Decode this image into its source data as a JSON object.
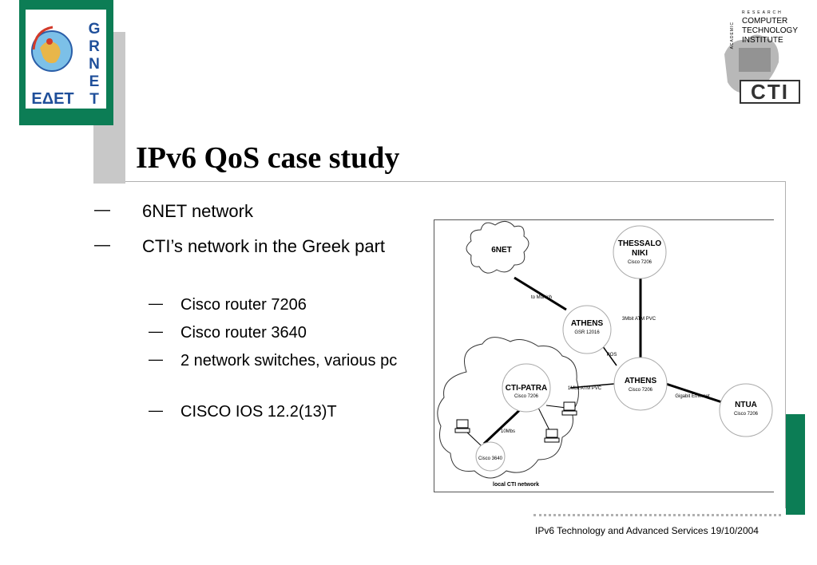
{
  "title": "IPv6 QoS case study",
  "bullets": [
    {
      "text": "6NET network"
    },
    {
      "text": "CTI’s network in the Greek part"
    }
  ],
  "dash_glyph": "—",
  "sub_bullets": [
    "Cisco router 7206",
    "Cisco router 3640",
    "2 network switches, various pc",
    "CISCO IOS 12.2(13)T"
  ],
  "logo_grnet": {
    "letters": [
      "G",
      "R",
      "N",
      "E",
      "T"
    ],
    "greek": "ΕΔΕΤ"
  },
  "logo_cti": {
    "research": "RESEARCH",
    "academic": "ACADEMIC",
    "name_lines": [
      "COMPUTER",
      "TECHNOLOGY",
      "INSTITUTE"
    ],
    "mark": "CTI"
  },
  "diagram": {
    "nodes": {
      "sixnet": {
        "label": "6NET"
      },
      "thessaloniki": {
        "line1": "THESSALO",
        "line2": "NIKI",
        "sub": "Cisco 7206"
      },
      "athens_gsr": {
        "label": "ATHENS",
        "sub": "GSR 12016"
      },
      "athens_7206": {
        "label": "ATHENS",
        "sub": "Cisco 7206"
      },
      "cti_patra": {
        "label": "CTI-PATRA",
        "sub": "Cisco 7206"
      },
      "ntua": {
        "label": "NTUA",
        "sub": "Cisco 7206"
      },
      "cisco3640": {
        "label": "Cisco 3640"
      }
    },
    "links": {
      "to_munich": "to Munich",
      "atm_3mbit": "3Mbit ATM PVC",
      "pos": "POS",
      "atm_1mbit": "1Mbit ATM PVC",
      "gigabit": "Gigabit Ethernet",
      "tenmbs": "10Mbs"
    },
    "local_network": "local CTI network"
  },
  "footer": "IPv6 Technology and Advanced Services 19/10/2004",
  "colors": {
    "accent_green": "#0c7d55",
    "grey": "#c8c8c8"
  }
}
